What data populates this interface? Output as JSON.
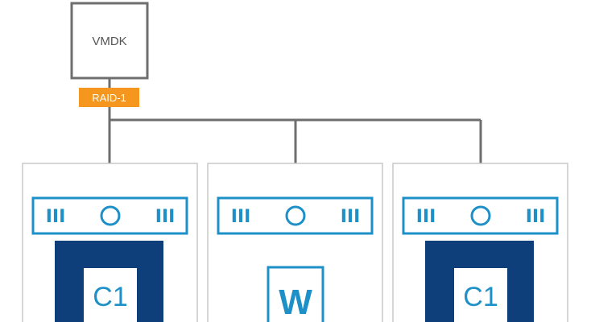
{
  "vmdk": {
    "label": "VMDK"
  },
  "raid": {
    "label": "RAID-1"
  },
  "hosts": [
    {
      "component": "C1",
      "type": "component",
      "bars_left": "III",
      "bars_right": "III"
    },
    {
      "component": "W",
      "type": "witness",
      "bars_left": "III",
      "bars_right": "III"
    },
    {
      "component": "C1",
      "type": "component",
      "bars_left": "III",
      "bars_right": "III"
    }
  ],
  "colors": {
    "raid_badge": "#f5961e",
    "line": "#6e6e6e",
    "disk_outline": "#1e90c8",
    "component_fill": "#0f3f7a",
    "witness_text": "#1e90c8",
    "host_border": "#c8c8c8"
  }
}
